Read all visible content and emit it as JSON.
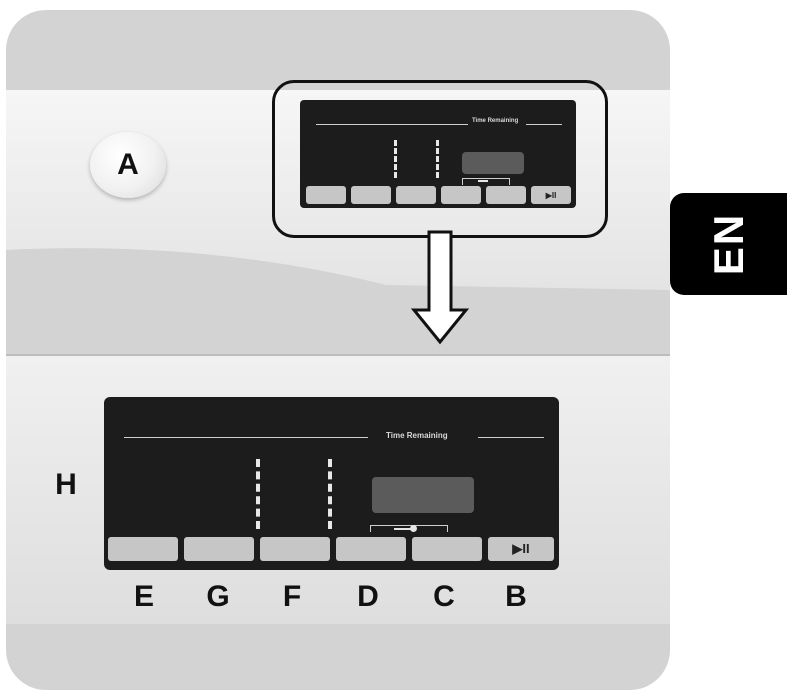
{
  "dial": {
    "label": "A"
  },
  "display_small": {
    "time_label": "Time Remaining",
    "play_pause": "▶II"
  },
  "display_big": {
    "time_label": "Time Remaining",
    "play_pause": "▶II"
  },
  "labels": {
    "H": "H",
    "E": "E",
    "G": "G",
    "F": "F",
    "D": "D",
    "C": "C",
    "B": "B"
  },
  "language_tab": "EN",
  "icons": [
    "dial-knob",
    "down-arrow-icon",
    "lock-icon",
    "play-pause-icon"
  ],
  "colors": {
    "display": "#1c1c1c",
    "buttons": "#c6c6c6",
    "tab": "#000000"
  }
}
